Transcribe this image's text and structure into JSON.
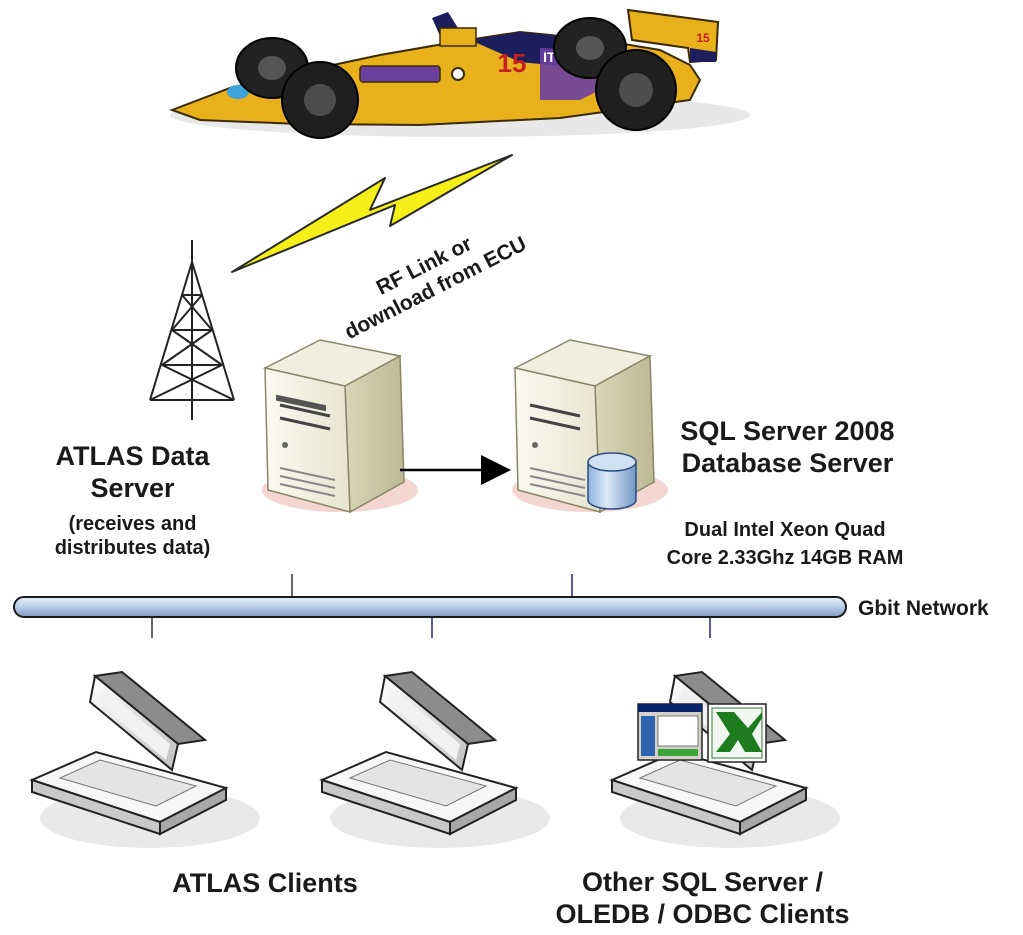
{
  "diagram": {
    "rf_link_label": [
      "RF Link or",
      "download from ECU"
    ],
    "atlas_server": {
      "title": [
        "ATLAS Data",
        "Server"
      ],
      "subtitle": [
        "(receives and",
        "distributes data)"
      ]
    },
    "sql_server": {
      "title": [
        "SQL Server 2008",
        "Database Server"
      ],
      "spec": [
        "Dual Intel Xeon Quad",
        "Core 2.33Ghz 14GB RAM"
      ]
    },
    "network_label": "Gbit Network",
    "atlas_clients_label": "ATLAS Clients",
    "other_clients_label": [
      "Other SQL Server /",
      "OLEDB / ODBC Clients"
    ],
    "car_number": "15",
    "colors": {
      "car_body": "#e8b11c",
      "car_accent": "#6b3fa0",
      "lightning": "#f5f01a",
      "network_bus": "#c8d8f0",
      "server_case": "#eeeedd",
      "laptop_screen": "#e8e8e8"
    },
    "icons": [
      "race-car-icon",
      "lightning-icon",
      "radio-tower-icon",
      "server-icon",
      "database-server-icon",
      "laptop-icon",
      "excel-icon"
    ]
  }
}
